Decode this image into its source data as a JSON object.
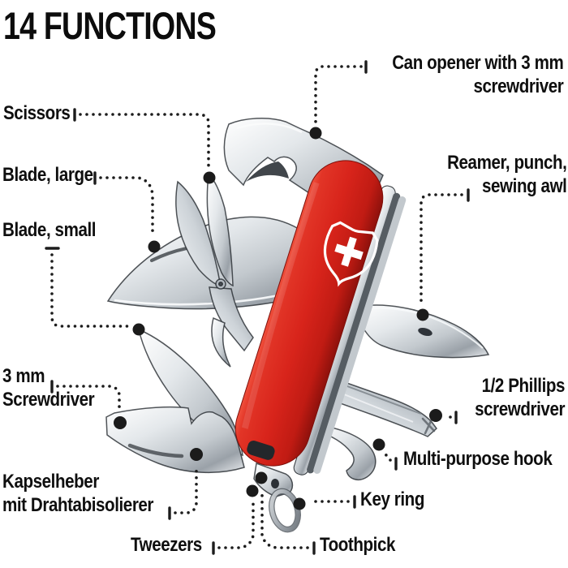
{
  "title": "14 FUNCTIONS",
  "knife": {
    "brand_logo": "victorinox-cross-shield",
    "handle_color": "#d8241b",
    "logo_color": "#ffffff",
    "metal_color": "#c9cfd4",
    "leader_color": "#1c1c1c",
    "text_color": "#0f0f0f"
  },
  "labels": {
    "can_opener": {
      "lines": [
        "Can opener with 3 mm",
        "screwdriver"
      ]
    },
    "scissors": {
      "lines": [
        "Scissors"
      ]
    },
    "blade_large": {
      "lines": [
        "Blade, large"
      ]
    },
    "blade_small": {
      "lines": [
        "Blade, small"
      ]
    },
    "reamer": {
      "lines": [
        "Reamer, punch,",
        "sewing awl"
      ]
    },
    "screwdriver_3mm": {
      "lines": [
        "3 mm",
        "Screwdriver"
      ]
    },
    "phillips": {
      "lines": [
        "1/2 Phillips",
        "screwdriver"
      ]
    },
    "multi_purpose_hook": {
      "lines": [
        "Multi-purpose hook"
      ]
    },
    "kapselheber": {
      "lines": [
        "Kapselheber",
        "mit Drahtabisolierer"
      ]
    },
    "key_ring": {
      "lines": [
        "Key ring"
      ]
    },
    "tweezers": {
      "lines": [
        "Tweezers"
      ]
    },
    "toothpick": {
      "lines": [
        "Toothpick"
      ]
    }
  }
}
